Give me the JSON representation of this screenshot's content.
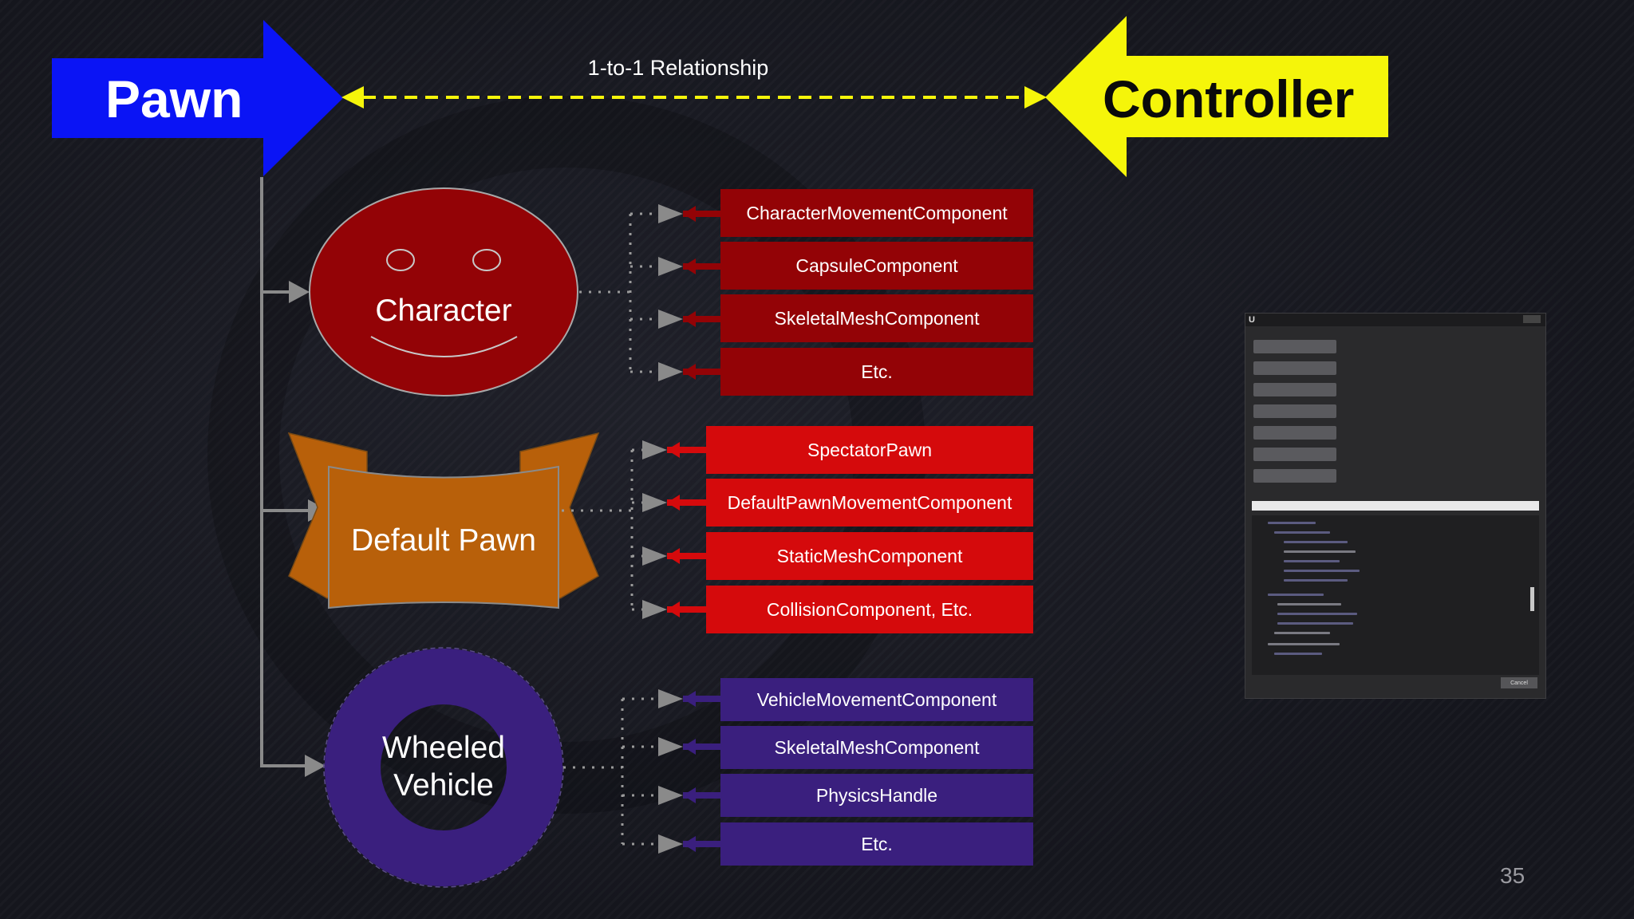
{
  "header": {
    "pawn_label": "Pawn",
    "controller_label": "Controller",
    "relationship_label": "1-to-1 Relationship"
  },
  "shapes": {
    "character": "Character",
    "default_pawn": "Default Pawn",
    "wheeled_vehicle_line1": "Wheeled",
    "wheeled_vehicle_line2": "Vehicle"
  },
  "character_components": [
    "CharacterMovementComponent",
    "CapsuleComponent",
    "SkeletalMeshComponent",
    "Etc."
  ],
  "default_pawn_components": [
    "SpectatorPawn",
    "DefaultPawnMovementComponent",
    "StaticMeshComponent",
    "CollisionComponent, Etc."
  ],
  "vehicle_components": [
    "VehicleMovementComponent",
    "SkeletalMeshComponent",
    "PhysicsHandle",
    "Etc."
  ],
  "colors": {
    "pawn_arrow": "#0a14f5",
    "controller_arrow": "#f5f50a",
    "character": "#930306",
    "default_pawn_components": "#d50a0c",
    "default_pawn_banner": "#b8600a",
    "vehicle": "#3a1f7e"
  },
  "editor_panel": {
    "cancel_label": "Cancel"
  },
  "page_number": "35"
}
